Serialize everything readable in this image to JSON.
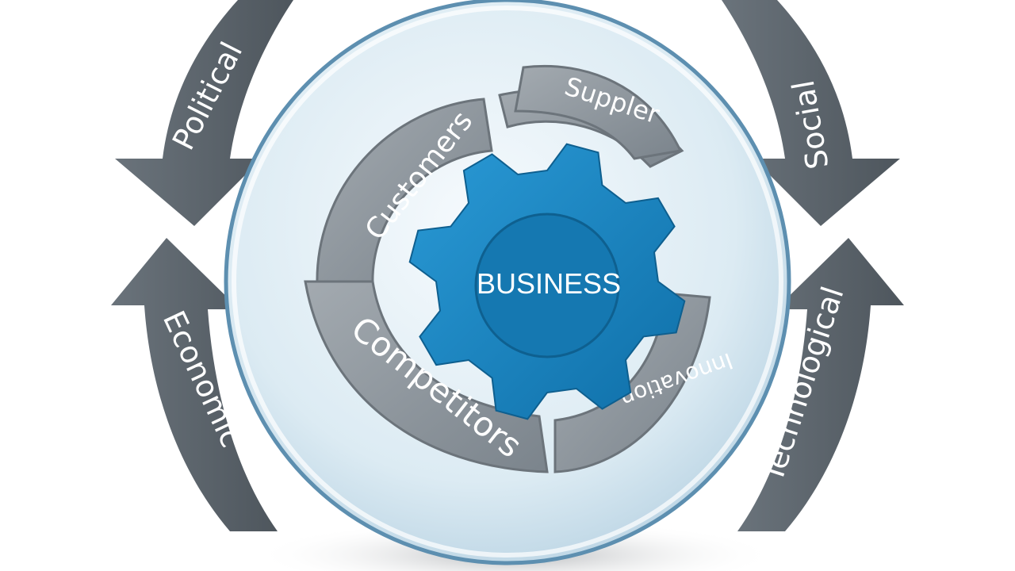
{
  "diagram": {
    "center_label": "BUSINESS",
    "inner_segments": [
      {
        "id": "customers",
        "label": "Customers"
      },
      {
        "id": "supplier",
        "label": "Suppler"
      },
      {
        "id": "competitors",
        "label": "Competitors"
      },
      {
        "id": "innovation",
        "label": "Innovation"
      }
    ],
    "outer_forces": [
      {
        "id": "political",
        "label": "Political"
      },
      {
        "id": "social",
        "label": "Social"
      },
      {
        "id": "economic",
        "label": "Economic"
      },
      {
        "id": "technological",
        "label": "Technological"
      }
    ]
  },
  "colors": {
    "arrow": "#5e676f",
    "arrow_dark": "#4a5158",
    "globe_edge": "#5c8fb0",
    "globe_fill": "#dbe9f2",
    "gear_gray": "#8d969d",
    "gear_blue": "#1a85c2",
    "text": "#ffffff"
  }
}
